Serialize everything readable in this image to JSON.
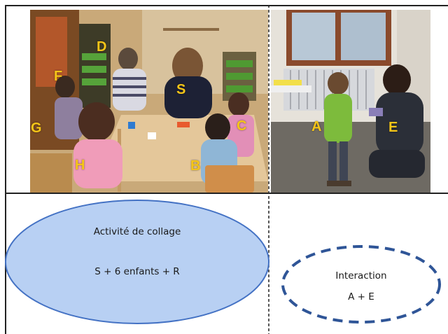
{
  "photos": {
    "left": {
      "labels": [
        "D",
        "F",
        "S",
        "C",
        "G",
        "H",
        "B"
      ]
    },
    "right": {
      "labels": [
        "A",
        "E"
      ]
    }
  },
  "nodes": {
    "collage": {
      "line1": "Activité de collage",
      "line2": "S + 6 enfants + R",
      "fill": "#b8d0f3",
      "stroke": "#4472c4"
    },
    "interaction": {
      "line1": "Interaction",
      "line2": "A + E",
      "stroke": "#2f5597"
    }
  },
  "colors": {
    "label": "#f5c518"
  }
}
